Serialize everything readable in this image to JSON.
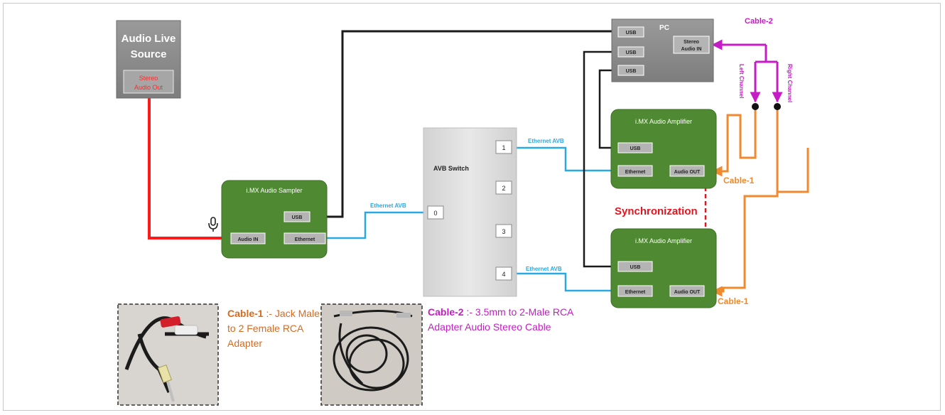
{
  "audio_source": {
    "title_line1": "Audio Live",
    "title_line2": "Source",
    "port_line1": "Stereo",
    "port_line2": "Audio Out"
  },
  "sampler": {
    "title": "i.MX Audio Sampler",
    "usb": "USB",
    "audio_in": "Audio IN",
    "ethernet": "Ethernet"
  },
  "switch": {
    "title": "AVB Switch",
    "ports": [
      "1",
      "2",
      "0",
      "3",
      "4"
    ]
  },
  "pc": {
    "title": "PC",
    "usb1": "USB",
    "usb2": "USB",
    "usb3": "USB",
    "stereo_line1": "Stereo",
    "stereo_line2": "Audio IN"
  },
  "amplifier1": {
    "title": "i.MX Audio Amplifier",
    "usb": "USB",
    "ethernet": "Ethernet",
    "audio_out": "Audio OUT"
  },
  "amplifier2": {
    "title": "i.MX Audio Amplifier",
    "usb": "USB",
    "ethernet": "Ethernet",
    "audio_out": "Audio OUT"
  },
  "links": {
    "ethernet_sampler": "Ethernet AVB",
    "ethernet_amp1": "Ethernet AVB",
    "ethernet_amp2": "Ethernet AVB",
    "cable2": "Cable-2",
    "left_channel": "Left Channel",
    "right_channel": "Right Channel",
    "cable1_top": "Cable-1",
    "cable1_bottom": "Cable-1",
    "synchronization": "Synchronization"
  },
  "captions": {
    "cable1_name": "Cable-1",
    "cable1_text": " :- Jack Male to 2 Female RCA Adapter",
    "cable2_name": "Cable-2",
    "cable2_text": " :- 3.5mm to 2-Male RCA Adapter Audio Stereo Cable"
  },
  "colors": {
    "audio_red": "#ff1a1a",
    "ethernet_blue": "#29a9e1",
    "usb_black": "#1a1a1a",
    "cable2_magenta": "#c51cc5",
    "cable1_orange": "#f08a2f",
    "board_green": "#4f8a32",
    "sync_red": "#e6141e"
  }
}
